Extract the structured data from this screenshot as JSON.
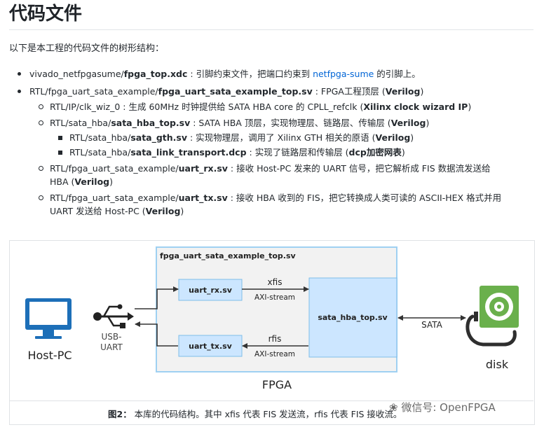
{
  "title": "代码文件",
  "intro": "以下是本工程的代码文件的树形结构：",
  "tree": {
    "item1": {
      "path": "vivado_netfpgasume/",
      "file": "fpga_top.xdc",
      "desc_pre": " : 引脚约束文件，把端口约束到 ",
      "link": "netfpga-sume",
      "desc_post": " 的引脚上。"
    },
    "item2": {
      "path": "RTL/fpga_uart_sata_example/",
      "file": "fpga_uart_sata_example_top.sv",
      "desc": " : FPGA工程顶层 (",
      "lang": "Verilog",
      "close": ")"
    },
    "item2_1": {
      "path": "RTL/IP/clk_wiz_0",
      "desc": " : 生成 60MHz 时钟提供给 SATA HBA core 的 CPLL_refclk (",
      "lang": "Xilinx clock wizard IP",
      "close": ")"
    },
    "item2_2": {
      "path": "RTL/sata_hba/",
      "file": "sata_hba_top.sv",
      "desc": " : SATA HBA 顶层，实现物理层、链路层、传输层 (",
      "lang": "Verilog",
      "close": ")"
    },
    "item2_2_1": {
      "path": "RTL/sata_hba/",
      "file": "sata_gth.sv",
      "desc": " : 实现物理层，调用了 Xilinx GTH 相关的原语 (",
      "lang": "Verilog",
      "close": ")"
    },
    "item2_2_2": {
      "path": "RTL/sata_hba/",
      "file": "sata_link_transport.dcp",
      "desc": " : 实现了链路层和传输层 (",
      "lang": "dcp加密网表",
      "close": ")"
    },
    "item2_3": {
      "path": "RTL/fpga_uart_sata_example/",
      "file": "uart_rx.sv",
      "desc": " : 接收 Host-PC 发来的 UART 信号，把它解析成 FIS 数据流发送给",
      "line2": "HBA (",
      "lang": "Verilog",
      "close": ")"
    },
    "item2_4": {
      "path": "RTL/fpga_uart_sata_example/",
      "file": "uart_tx.sv",
      "desc": " : 接收 HBA 收到的 FIS，把它转换成人类可读的 ASCII-HEX 格式并用",
      "line2": "UART 发送给 Host-PC (",
      "lang": "Verilog",
      "close": ")"
    }
  },
  "diagram": {
    "top_module": "fpga_uart_sata_example_top.sv",
    "uart_rx": "uart_rx.sv",
    "uart_tx": "uart_tx.sv",
    "hba": "sata_hba_top.sv",
    "xfis": "xfis",
    "rfis": "rfis",
    "axi1": "AXI-stream",
    "axi2": "AXI-stream",
    "sata": "SATA",
    "fpga": "FPGA",
    "host": "Host-PC",
    "usb_line1": "USB-",
    "usb_line2": "UART",
    "disk": "disk"
  },
  "caption": {
    "label": "图2：",
    "text": " 本库的代码结构。其中 xfis 代表 FIS 发送流，rfis 代表 FIS 接收流。"
  },
  "watermark": "微信号: OpenFPGA",
  "colors": {
    "link": "#0366d6",
    "block_fill": "#cce6ff",
    "block_stroke": "#7fbde8",
    "fpga_fill": "#f2f2f2",
    "disk": "#6ab04c"
  }
}
